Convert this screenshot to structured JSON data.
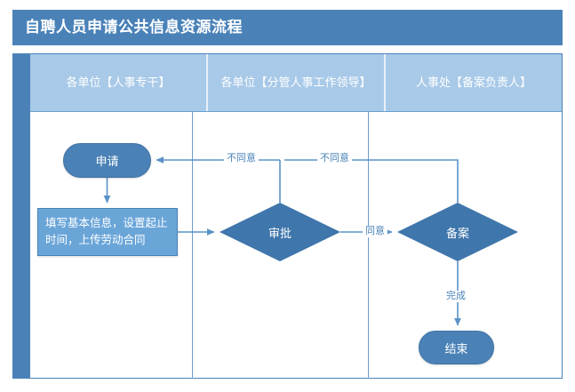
{
  "title": "自聘人员申请公共信息资源流程",
  "colors": {
    "title_bar": "#4a82b8",
    "header_band": "#a8c9e8",
    "node_fill": "#4a81b6",
    "process_fill": "#6aa5d8",
    "line": "#5b92c8",
    "label_text": "#4a82b8",
    "frame_border": "#4a82b8"
  },
  "lanes": [
    {
      "label": "各单位【人事专干】"
    },
    {
      "label": "各单位【分管人事工作领导】"
    },
    {
      "label": "人事处【备案负责人】"
    }
  ],
  "nodes": [
    {
      "id": "apply",
      "label": "申请",
      "shape": "terminator",
      "lane": 0
    },
    {
      "id": "form",
      "label": "填写基本信息，设置起止时间，上传劳动合同",
      "shape": "process",
      "lane": 0
    },
    {
      "id": "review",
      "label": "审批",
      "shape": "decision",
      "lane": 1
    },
    {
      "id": "record",
      "label": "备案",
      "shape": "decision",
      "lane": 2
    },
    {
      "id": "end",
      "label": "结束",
      "shape": "terminator",
      "lane": 2
    }
  ],
  "edges": [
    {
      "from": "apply",
      "to": "form",
      "label": ""
    },
    {
      "from": "form",
      "to": "review",
      "label": ""
    },
    {
      "from": "review",
      "to": "apply",
      "label": "不同意"
    },
    {
      "from": "record",
      "to": "apply",
      "label": "不同意"
    },
    {
      "from": "review",
      "to": "record",
      "label": "同意"
    },
    {
      "from": "record",
      "to": "end",
      "label": "完成"
    }
  ],
  "edge_labels": {
    "disagree_1": "不同意",
    "disagree_2": "不同意",
    "agree": "同意",
    "done": "完成"
  }
}
